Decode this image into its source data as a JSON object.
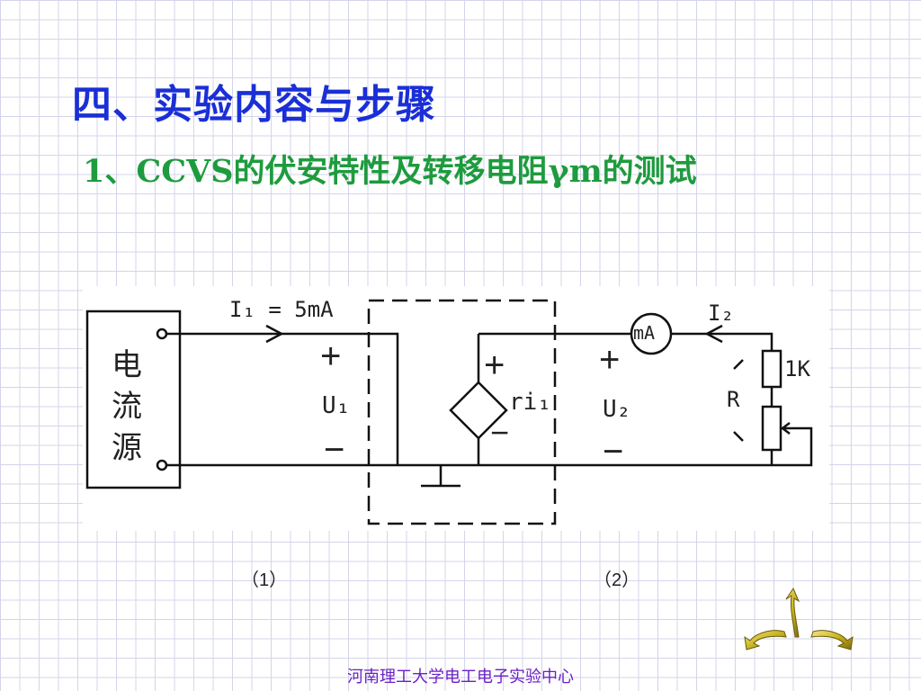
{
  "slide": {
    "title": "四、实验内容与步骤",
    "subtitle": "1、CCVS的伏安特性及转移电阻γm的测试",
    "footer": "河南理工大学电工电子实验中心",
    "nav_icon": "return-arrows-icon"
  },
  "circuit": {
    "source_label": [
      "电",
      "流",
      "源"
    ],
    "i1_label": "I₁ = 5mA",
    "i2_label": "I₂",
    "u1_label": "U₁",
    "u2_label": "U₂",
    "controlled_label": "ri₁",
    "ammeter_label": "mA",
    "resistor_label": "1K",
    "rheostat_label": "R",
    "plus": "+",
    "minus": "−"
  },
  "captions": {
    "left": "（1）",
    "right": "（2）"
  },
  "colors": {
    "title": "#1a2fd6",
    "subtitle": "#1e9b3e",
    "footer": "#6a1fc6",
    "grid": "#d4d4ea",
    "nav_arrow": "#c8b41e"
  }
}
